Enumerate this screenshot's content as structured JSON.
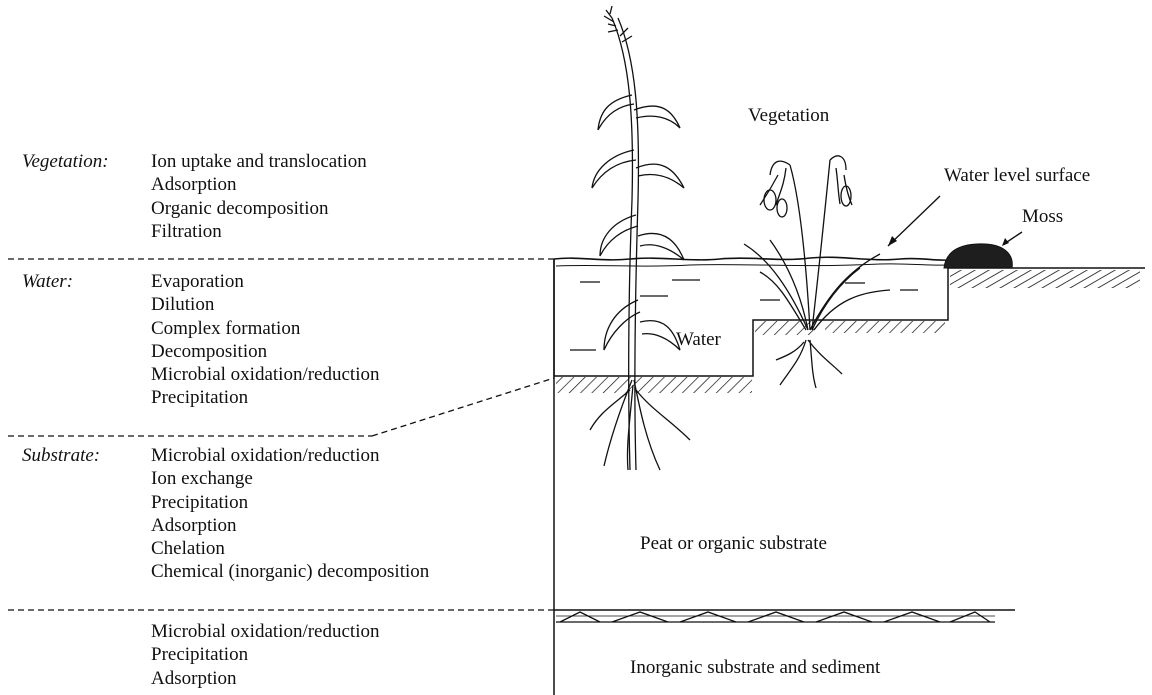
{
  "left_panel": {
    "vegetation": {
      "label": "Vegetation:",
      "processes": [
        "Ion uptake and translocation",
        "Adsorption",
        "Organic decomposition",
        "Filtration"
      ]
    },
    "water": {
      "label": "Water:",
      "processes": [
        "Evaporation",
        "Dilution",
        "Complex formation",
        "Decomposition",
        "Microbial oxidation/reduction",
        "Precipitation"
      ]
    },
    "substrate": {
      "label": "Substrate:",
      "processes": [
        "Microbial oxidation/reduction",
        "Ion exchange",
        "Precipitation",
        "Adsorption",
        "Chelation",
        "Chemical (inorganic) decomposition"
      ]
    },
    "sediment": {
      "label": "",
      "processes": [
        "Microbial oxidation/reduction",
        "Precipitation",
        "Adsorption"
      ]
    }
  },
  "diagram_labels": {
    "vegetation": "Vegetation",
    "water_level": "Water level surface",
    "moss": "Moss",
    "water": "Water",
    "peat": "Peat or organic substrate",
    "inorganic": "Inorganic substrate and sediment"
  }
}
